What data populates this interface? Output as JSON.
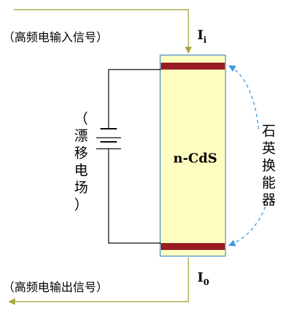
{
  "labels": {
    "input": "（高频电输入信号）",
    "output": "（高频电输出信号）",
    "material": "n-CdS",
    "current_in_main": "I",
    "current_in_sub": "i",
    "current_out_main": "I",
    "current_out_sub": "0",
    "drift_field": [
      "（",
      "漂",
      "移",
      "电",
      "场",
      "）"
    ],
    "transducer": [
      "石",
      "英",
      "换",
      "能",
      "器"
    ]
  },
  "colors": {
    "crystal_fill": "#fefec0",
    "crystal_border": "#3a86c8",
    "electrode": "#9a1b22",
    "signal_line": "#a8a83c",
    "wire": "#000000",
    "dashed_arrow": "#3a9ae0"
  }
}
